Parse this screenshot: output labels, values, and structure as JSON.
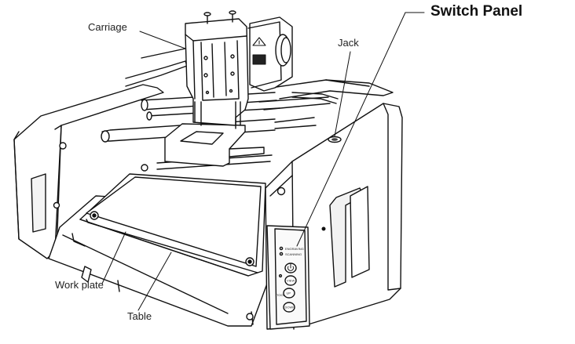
{
  "labels": {
    "switch_panel": "Switch Panel",
    "carriage": "Carriage",
    "jack": "Jack",
    "work_plate": "Work plate",
    "table": "Table"
  },
  "panel": {
    "indicator_1": "ENGRAVING",
    "indicator_2": "SCANNING",
    "buttons": [
      "VIEW",
      "UP",
      "DOWN"
    ],
    "side_label": "TOOL"
  }
}
